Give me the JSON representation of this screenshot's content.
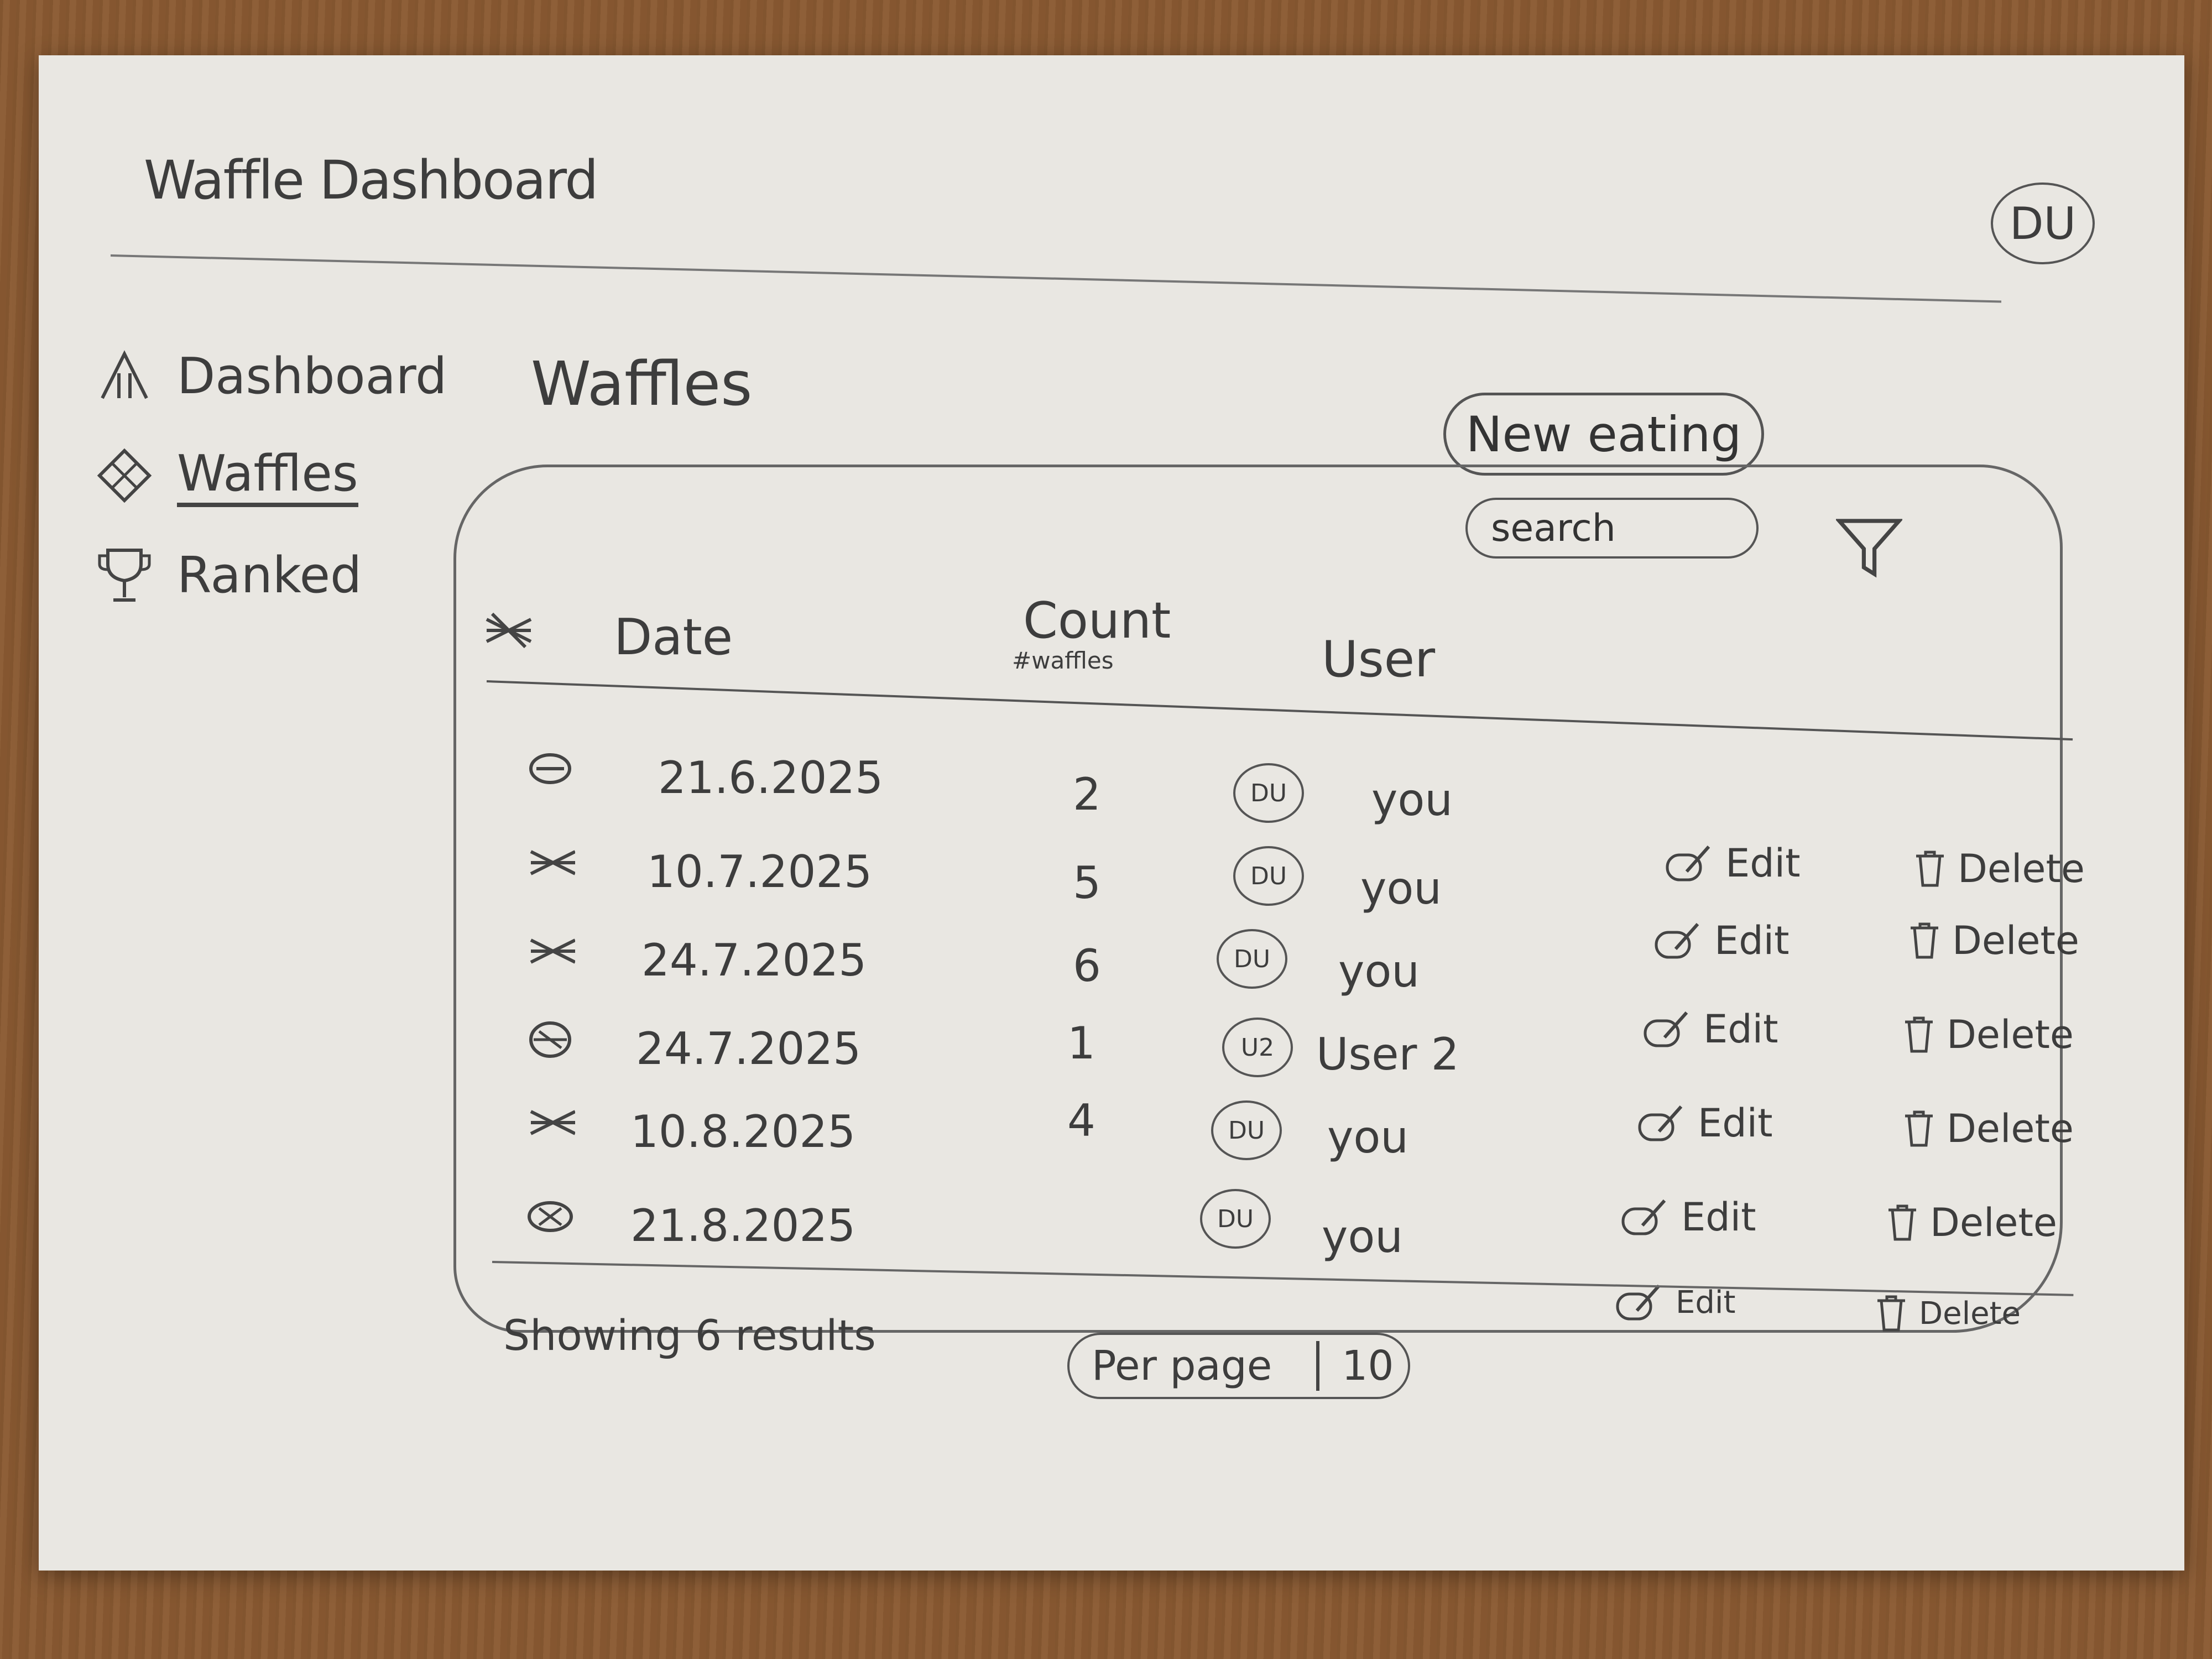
{
  "app": {
    "title": "Waffle Dashboard",
    "avatar": "DU"
  },
  "nav": {
    "items": [
      {
        "label": "Dashboard",
        "icon": "dashboard-icon"
      },
      {
        "label": "Waffles",
        "icon": "waffle-icon",
        "active": true
      },
      {
        "label": "Ranked",
        "icon": "trophy-icon"
      }
    ]
  },
  "page": {
    "title": "Waffles"
  },
  "toolbar": {
    "new_label": "New eating",
    "search_placeholder": "search"
  },
  "table": {
    "headers": {
      "date": "Date",
      "count": "Count",
      "count_sub": "#waffles",
      "user": "User"
    },
    "rows": [
      {
        "date": "21.6.2025",
        "count": "2",
        "avatar": "DU",
        "user": "you",
        "edit": "Edit",
        "delete": "Delete"
      },
      {
        "date": "10.7.2025",
        "count": "5",
        "avatar": "DU",
        "user": "you",
        "edit": "Edit",
        "delete": "Delete"
      },
      {
        "date": "24.7.2025",
        "count": "6",
        "avatar": "DU",
        "user": "you",
        "edit": "Edit",
        "delete": "Delete"
      },
      {
        "date": "24.7.2025",
        "count": "1",
        "avatar": "U2",
        "user": "User 2",
        "edit": "Edit",
        "delete": "Delete"
      },
      {
        "date": "10.8.2025",
        "count": "4",
        "avatar": "DU",
        "user": "you",
        "edit": "Edit",
        "delete": "Delete"
      },
      {
        "date": "21.8.2025",
        "count": "",
        "avatar": "DU",
        "user": "you",
        "edit": "Edit",
        "delete": "Delete"
      }
    ]
  },
  "footer": {
    "results": "Showing 6 results",
    "per_page_label": "Per page",
    "per_page_value": "10"
  }
}
